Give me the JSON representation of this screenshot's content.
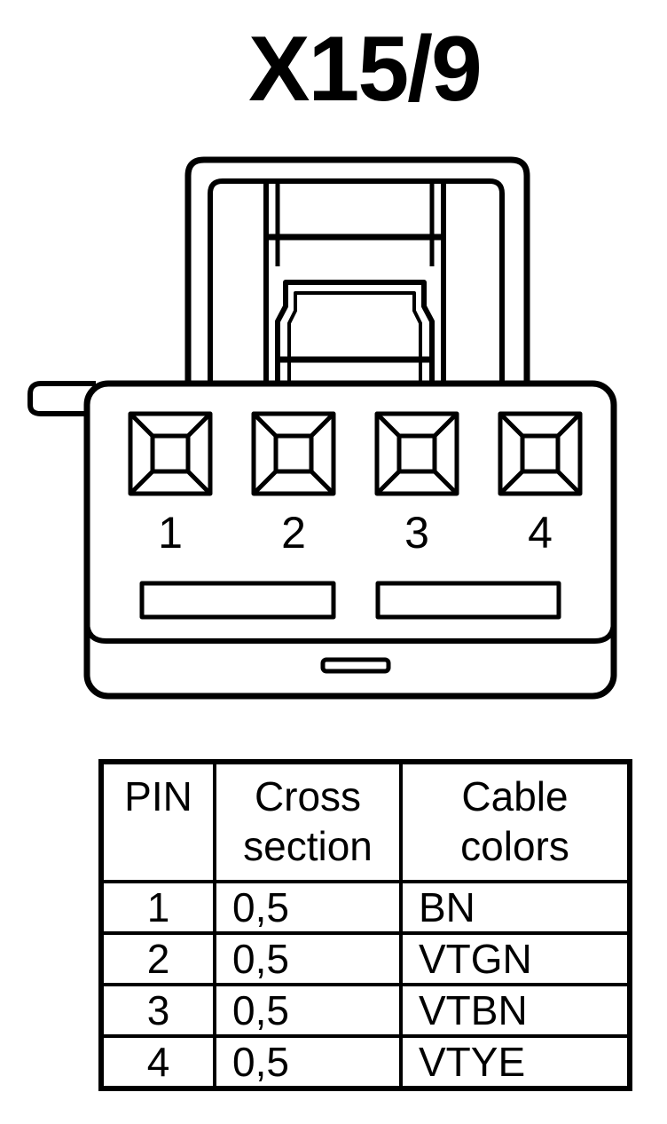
{
  "title": "X15/9",
  "connector": {
    "pins": [
      "1",
      "2",
      "3",
      "4"
    ]
  },
  "table": {
    "headers": {
      "pin": "PIN",
      "cross_section_line1": "Cross",
      "cross_section_line2": "section",
      "cable_colors_line1": "Cable",
      "cable_colors_line2": "colors"
    },
    "rows": [
      {
        "pin": "1",
        "cross_section": "0,5",
        "color": "BN"
      },
      {
        "pin": "2",
        "cross_section": "0,5",
        "color": "VTGN"
      },
      {
        "pin": "3",
        "cross_section": "0,5",
        "color": "VTBN"
      },
      {
        "pin": "4",
        "cross_section": "0,5",
        "color": "VTYE"
      }
    ]
  }
}
